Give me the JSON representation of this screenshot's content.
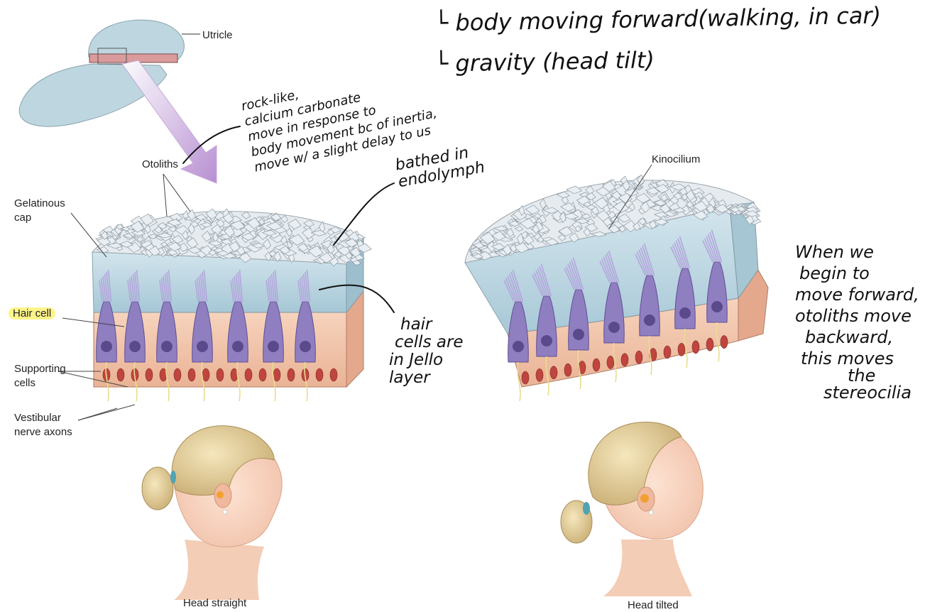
{
  "labels": {
    "utricle": "Utricle",
    "otoliths": "Otoliths",
    "gelatinous_cap": [
      "Gelatinous",
      "cap"
    ],
    "hair_cell": "Hair cell",
    "supporting_cells": [
      "Supporting",
      "cells"
    ],
    "vestibular_nerve_axons": [
      "Vestibular",
      "nerve axons"
    ],
    "kinocilium": "Kinocilium",
    "head_straight": "Head straight",
    "head_tilted": "Head tilted"
  },
  "notes": {
    "top_line1": "└ body moving forward(walking, in car)",
    "top_line2": "└ gravity (head tilt)",
    "otolith_note": [
      "rock-like,",
      "calcium carbonate",
      "move in response to",
      "body movement bc of inertia,",
      "move w/ a slight delay to us"
    ],
    "endolymph_note": [
      "bathed in",
      "endolymph"
    ],
    "hair_cells_note": [
      "hair",
      "cells are",
      "in Jello",
      "layer"
    ],
    "forward_note": [
      "When we",
      "begin to",
      "move forward,",
      "otoliths move",
      "backward,",
      "this moves",
      "the",
      "stereocilia"
    ]
  },
  "colors": {
    "highlight": "#fff48a",
    "membrane": "#b9d4df",
    "otolith": "#e9eef3",
    "hair_cell": "#8f7ec0",
    "supporting": "#f2c3a8",
    "nucleus": "#c0453e",
    "arrow": "#c9a8dc"
  }
}
